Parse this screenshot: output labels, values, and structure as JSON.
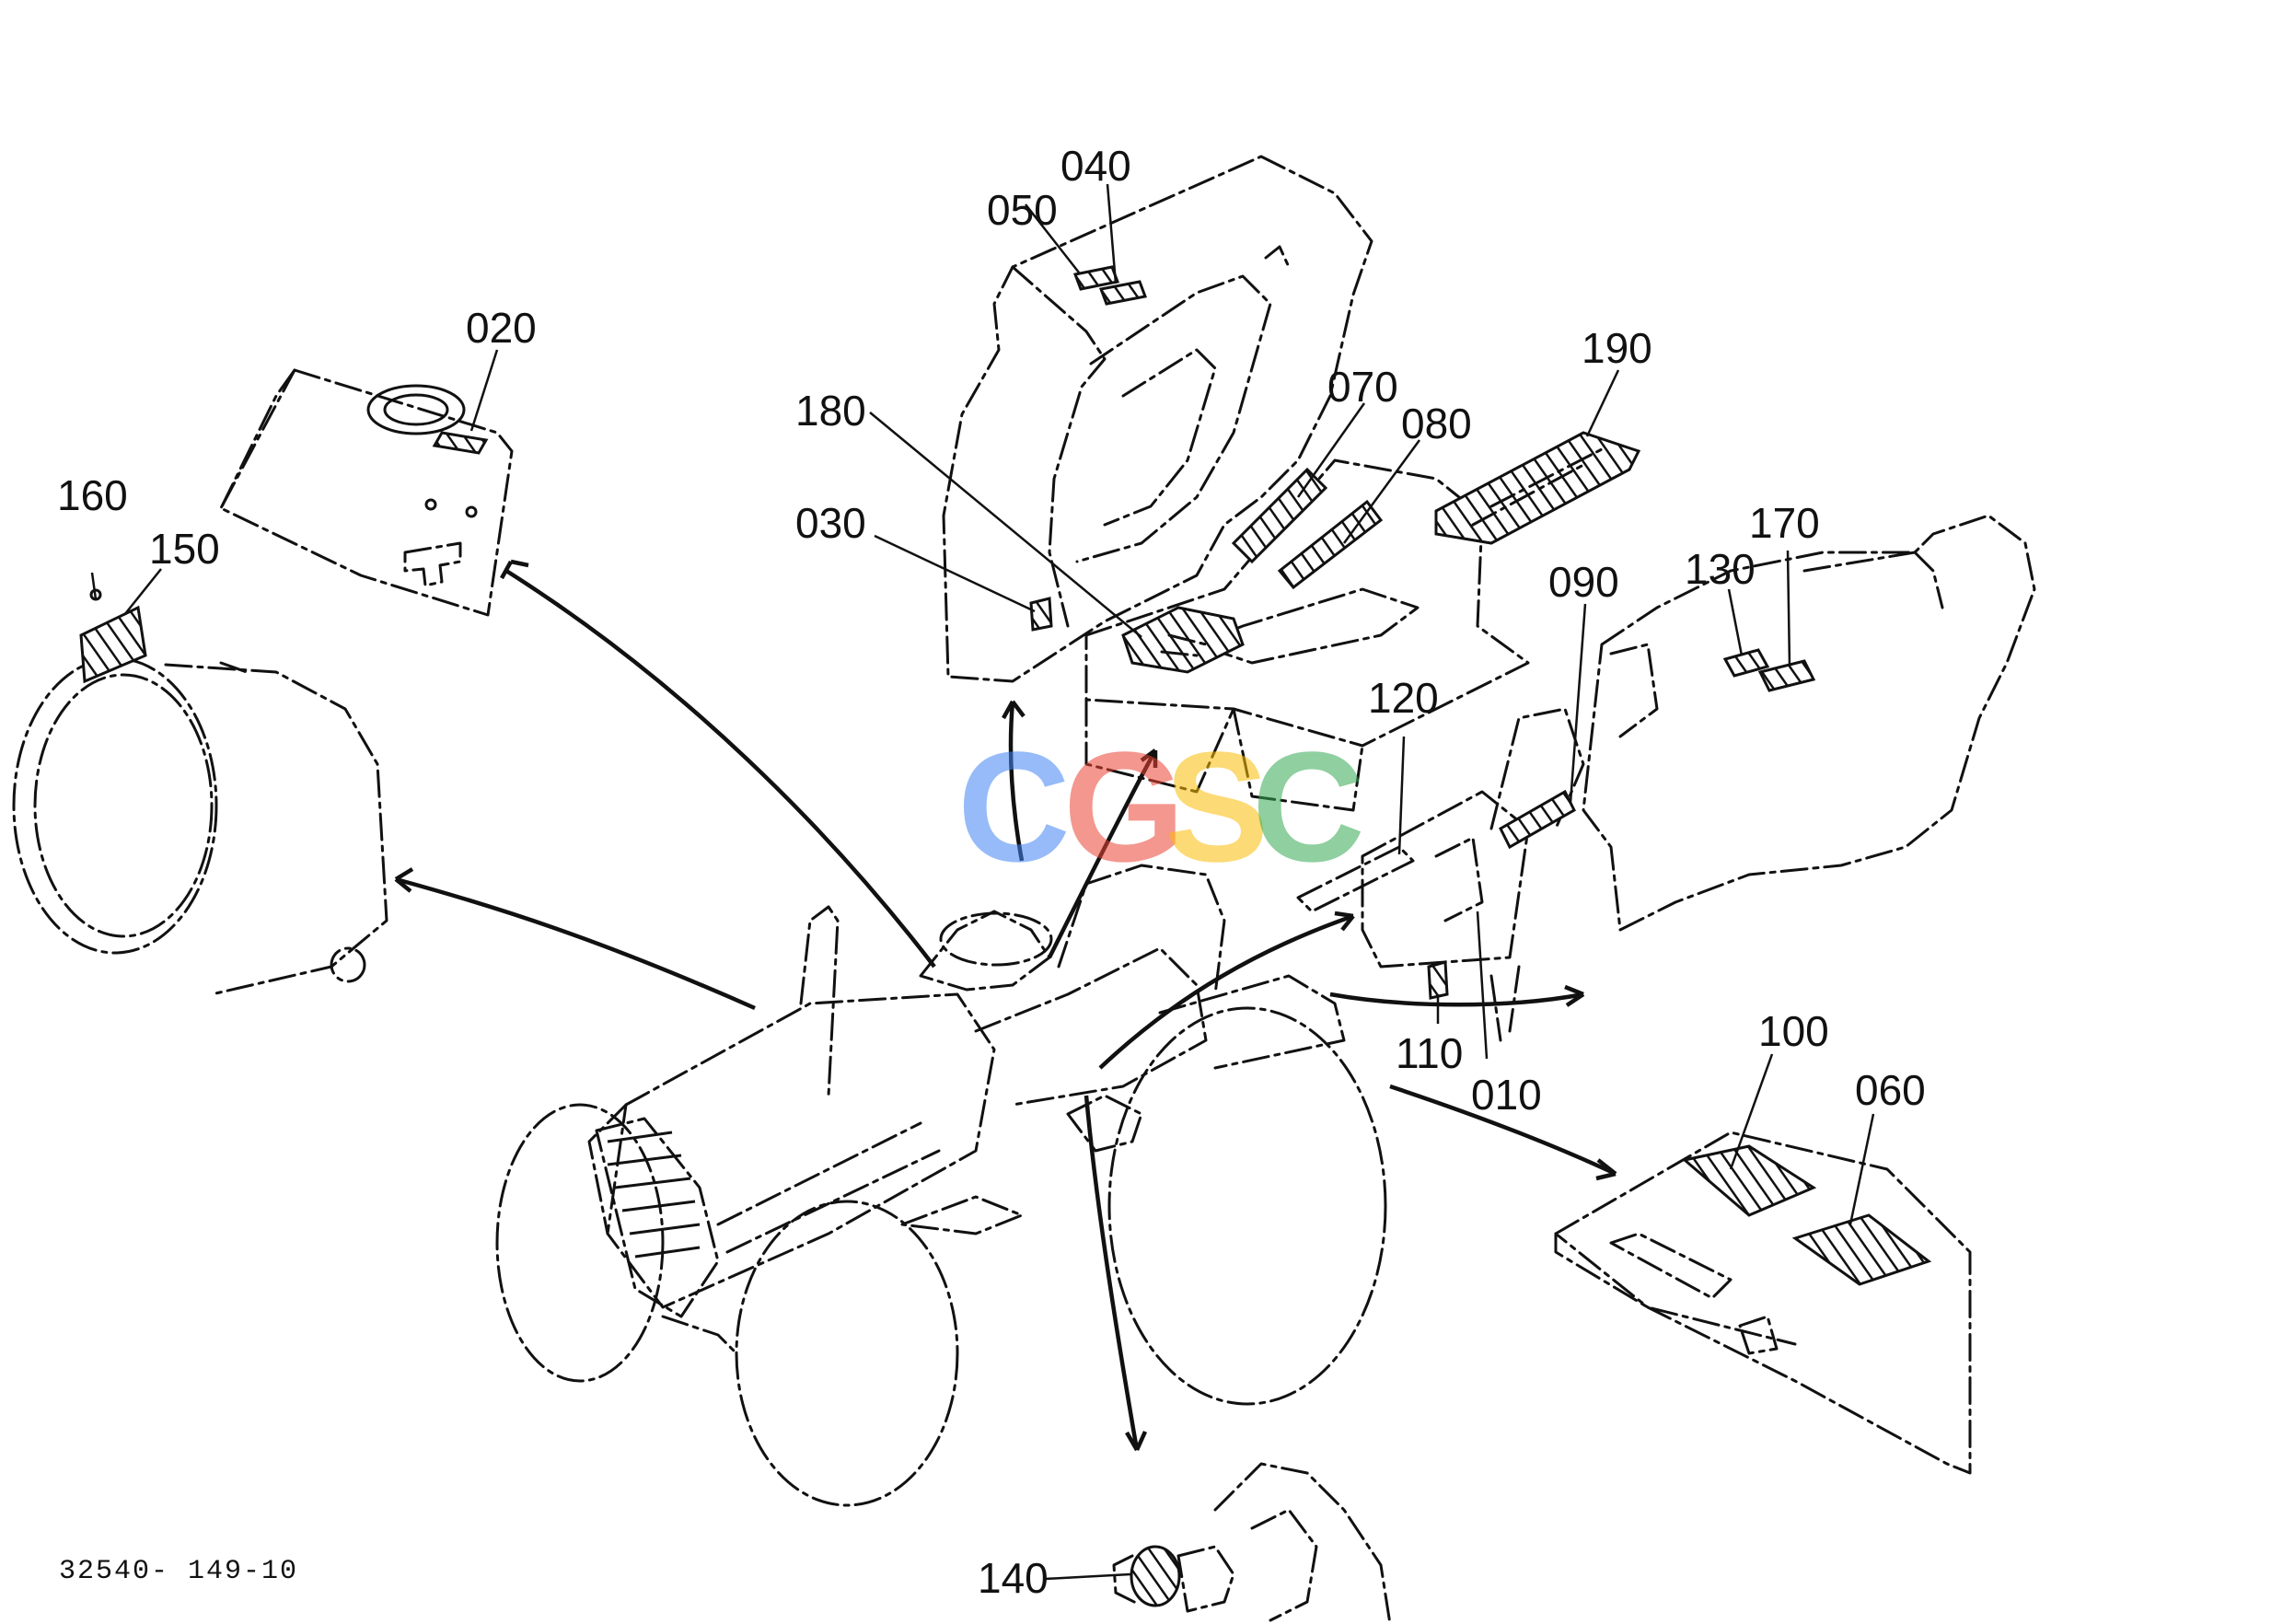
{
  "drawing_number": "32540- 149-10",
  "watermark": {
    "letters": [
      {
        "char": "C",
        "color": "#4285F4"
      },
      {
        "char": "G",
        "color": "#EA4335"
      },
      {
        "char": "S",
        "color": "#FBBC05"
      },
      {
        "char": "C",
        "color": "#34A853"
      }
    ]
  },
  "callouts": [
    {
      "id": "c010",
      "label": "010"
    },
    {
      "id": "c020",
      "label": "020"
    },
    {
      "id": "c030",
      "label": "030"
    },
    {
      "id": "c040",
      "label": "040"
    },
    {
      "id": "c050",
      "label": "050"
    },
    {
      "id": "c060",
      "label": "060"
    },
    {
      "id": "c070",
      "label": "070"
    },
    {
      "id": "c080",
      "label": "080"
    },
    {
      "id": "c090",
      "label": "090"
    },
    {
      "id": "c100",
      "label": "100"
    },
    {
      "id": "c110",
      "label": "110"
    },
    {
      "id": "c120",
      "label": "120"
    },
    {
      "id": "c130",
      "label": "130"
    },
    {
      "id": "c140",
      "label": "140"
    },
    {
      "id": "c150",
      "label": "150"
    },
    {
      "id": "c160",
      "label": "160"
    },
    {
      "id": "c170",
      "label": "170"
    },
    {
      "id": "c180",
      "label": "180"
    },
    {
      "id": "c190",
      "label": "190"
    }
  ]
}
